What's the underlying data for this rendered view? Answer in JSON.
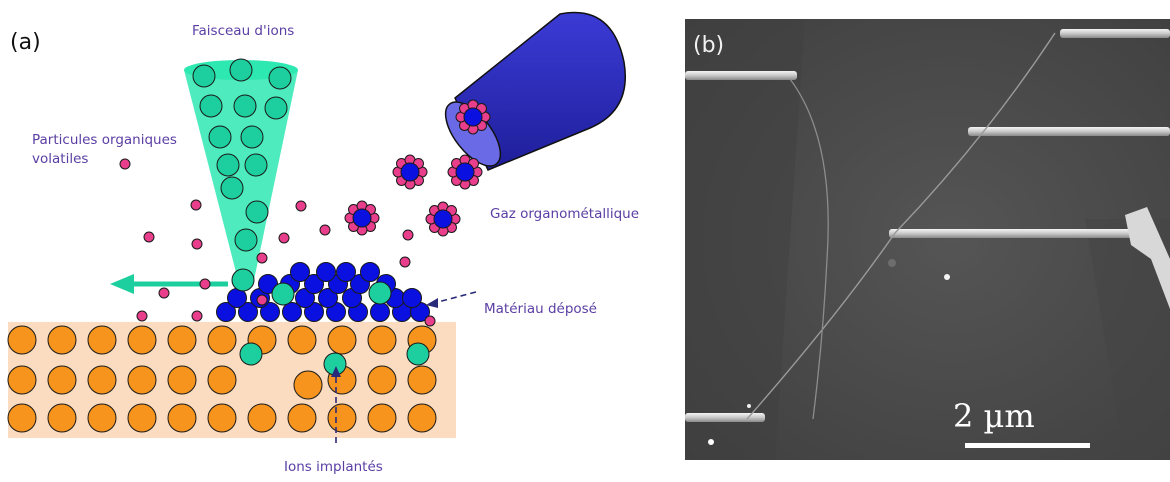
{
  "panel_a": {
    "label": "(a)",
    "ion_beam_label": "Faisceau d'ions",
    "volatile_label_line1": "Particules organiques",
    "volatile_label_line2": "volatiles",
    "gas_label": "Gaz organométallique",
    "deposit_label": "Matériau déposé",
    "implanted_label": "Ions implantés",
    "colors": {
      "substrate": "#fbdcc0",
      "substrate_atom": "#f7941d",
      "ion": "#1dcf9e",
      "beam": "#2ee8b2",
      "deposit": "#0a10e0",
      "organic": "#e83e8c",
      "nozzle": "#2e2eb8",
      "text": "#5b3ea4"
    }
  },
  "panel_b": {
    "label": "(b)",
    "scale_label": "2 µm"
  }
}
